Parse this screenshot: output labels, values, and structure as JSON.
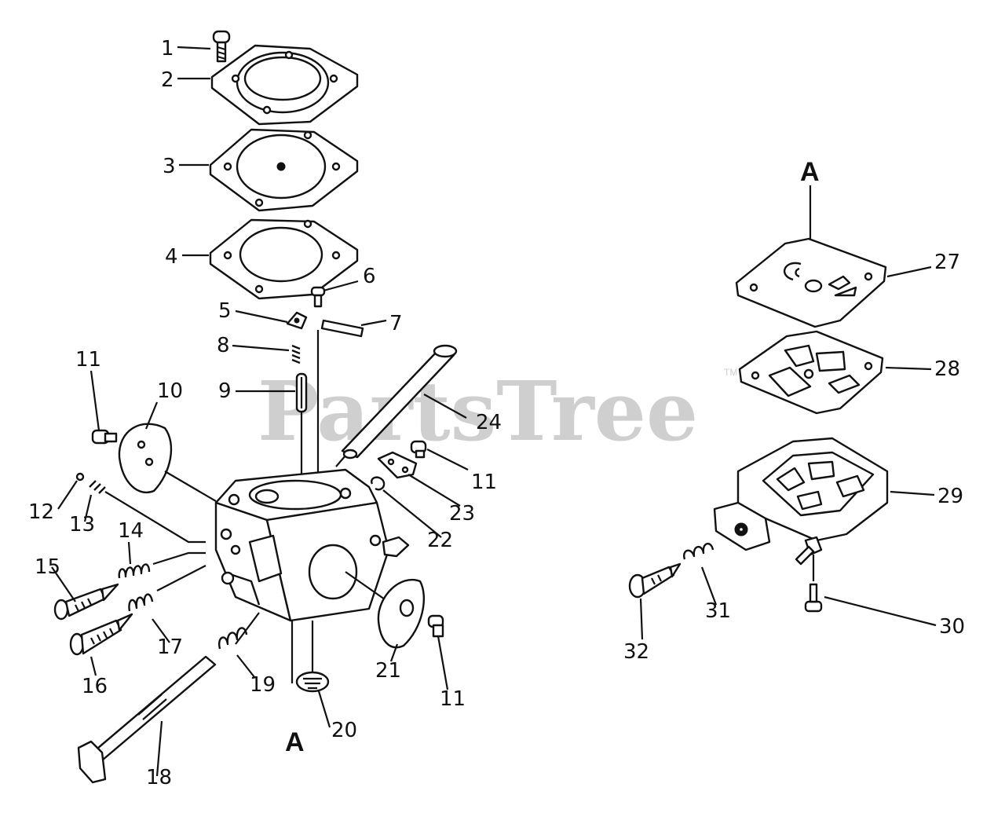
{
  "watermark": {
    "text": "PartsTree",
    "trademark": "TM"
  },
  "section_labels": {
    "left_a": "A",
    "right_a": "A"
  },
  "callouts": {
    "n1": "1",
    "n2": "2",
    "n3": "3",
    "n4": "4",
    "n5": "5",
    "n6": "6",
    "n7": "7",
    "n8": "8",
    "n9": "9",
    "n10": "10",
    "n11a": "11",
    "n11b": "11",
    "n11c": "11",
    "n12": "12",
    "n13": "13",
    "n14": "14",
    "n15": "15",
    "n16": "16",
    "n17": "17",
    "n18": "18",
    "n19": "19",
    "n20": "20",
    "n21": "21",
    "n22": "22",
    "n23": "23",
    "n24": "24",
    "n27": "27",
    "n28": "28",
    "n29": "29",
    "n30": "30",
    "n31": "31",
    "n32": "32"
  }
}
